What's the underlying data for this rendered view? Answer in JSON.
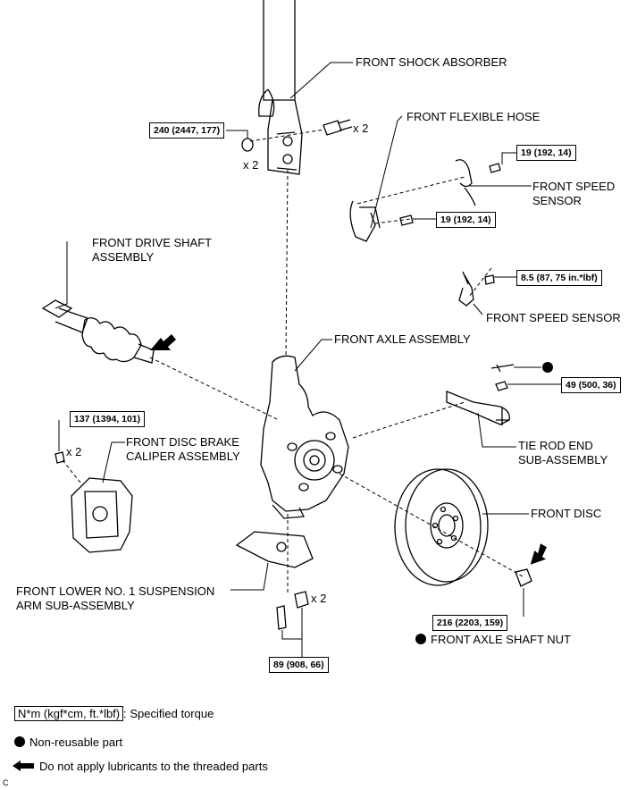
{
  "labels": {
    "shock_absorber": "FRONT SHOCK ABSORBER",
    "flexible_hose": "FRONT FLEXIBLE HOSE",
    "speed_sensor_1": "FRONT SPEED\nSENSOR",
    "drive_shaft": "FRONT DRIVE SHAFT\nASSEMBLY",
    "speed_sensor_2": "FRONT SPEED SENSOR",
    "axle_assembly": "FRONT AXLE ASSEMBLY",
    "brake_caliper": "FRONT DISC BRAKE\nCALIPER ASSEMBLY",
    "tie_rod": "TIE ROD END\nSUB-ASSEMBLY",
    "front_disc": "FRONT DISC",
    "lower_arm": "FRONT LOWER NO. 1 SUSPENSION\nARM SUB-ASSEMBLY",
    "axle_nut": "FRONT AXLE SHAFT NUT"
  },
  "torques": {
    "t240": "240 (2447, 177)",
    "t19a": "19 (192, 14)",
    "t19b": "19 (192, 14)",
    "t85": "8.5 (87, 75 in.*lbf)",
    "t49": "49 (500, 36)",
    "t137": "137 (1394, 101)",
    "t216": "216 (2203, 159)",
    "t89": "89 (908, 66)"
  },
  "multipliers": {
    "m1": "x 2",
    "m2": "x 2",
    "m3": "x 2",
    "m4": "x 2"
  },
  "legend": {
    "torque_unit": "N*m (kgf*cm, ft.*lbf)",
    "torque_text": ": Specified torque",
    "nonreusable": "Non-reusable part",
    "no_lube": "Do not apply lubricants to the threaded parts"
  },
  "corner_mark": "C"
}
